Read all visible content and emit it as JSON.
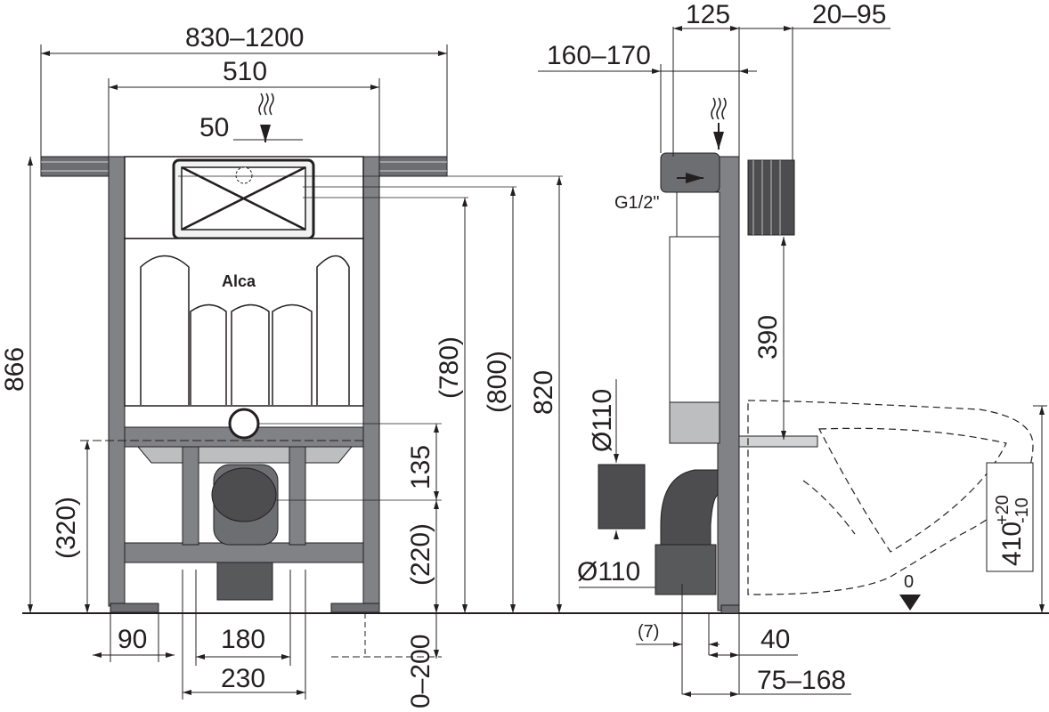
{
  "front_view": {
    "dims": {
      "overall_width": "830–1200",
      "frame_width": "510",
      "inlet_offset": "50",
      "height_total": "866",
      "fixing_height": "(320)",
      "foot_width": "90",
      "pan_connector_spacing": "180",
      "waste_width": "230",
      "h_780": "(780)",
      "h_800": "(800)",
      "h_820": "820",
      "h_135": "135",
      "h_220": "(220)",
      "floor_adjust": "0–200"
    },
    "logo": "Alca"
  },
  "side_view": {
    "dims": {
      "depth_125": "125",
      "depth_20_95": "20–95",
      "depth_160_170": "160–170",
      "inlet_thread": "G1/2\"",
      "h_390": "390",
      "waste_diameter_top": "Ø110",
      "waste_diameter_bottom": "Ø110",
      "offset_7": "(7)",
      "offset_40": "40",
      "offset_75_168": "75–168",
      "pan_height": "410",
      "pan_tolerance_plus": "+20",
      "pan_tolerance_minus": "-10",
      "floor_zero": "0"
    }
  }
}
